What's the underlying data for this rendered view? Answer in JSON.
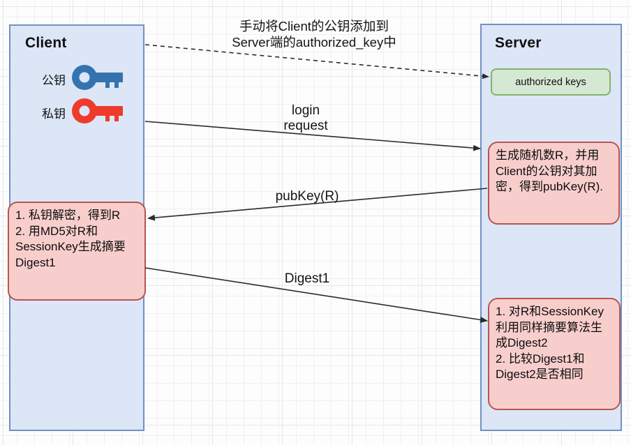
{
  "diagram": {
    "title_client": "Client",
    "title_server": "Server",
    "annotation_top": "手动将Client的公钥添加到\nServer端的authorized_key中",
    "client": {
      "keys": [
        {
          "label": "公钥",
          "icon": "key-icon",
          "color": "#3573b0"
        },
        {
          "label": "私钥",
          "icon": "key-icon",
          "color": "#ef3b2c"
        }
      ],
      "note": "1. 私钥解密，得到R\n2. 用MD5对R和SessionKey生成摘要Digest1"
    },
    "server": {
      "authorized_keys_label": "authorized keys",
      "note_random": "生成随机数R，并用Client的公钥对其加密，得到pubKey(R).",
      "note_verify": "1. 对R和SessionKey利用同样摘要算法生成Digest2\n2. 比较Digest1和Digest2是否相同"
    },
    "edges": [
      {
        "name": "login-request",
        "label": "login\nrequest"
      },
      {
        "name": "pubkey-r",
        "label": "pubKey(R)"
      },
      {
        "name": "digest1",
        "label": "Digest1"
      }
    ],
    "colors": {
      "lane_fill": "#dce6f6",
      "lane_stroke": "#7191c4",
      "note_fill": "#f8cecc",
      "note_stroke": "#b85450",
      "green_fill": "#d5e8d4",
      "green_stroke": "#82b366",
      "public_key": "#3573b0",
      "private_key": "#ef3b2c",
      "edge_stroke": "#2b2b2b"
    }
  }
}
